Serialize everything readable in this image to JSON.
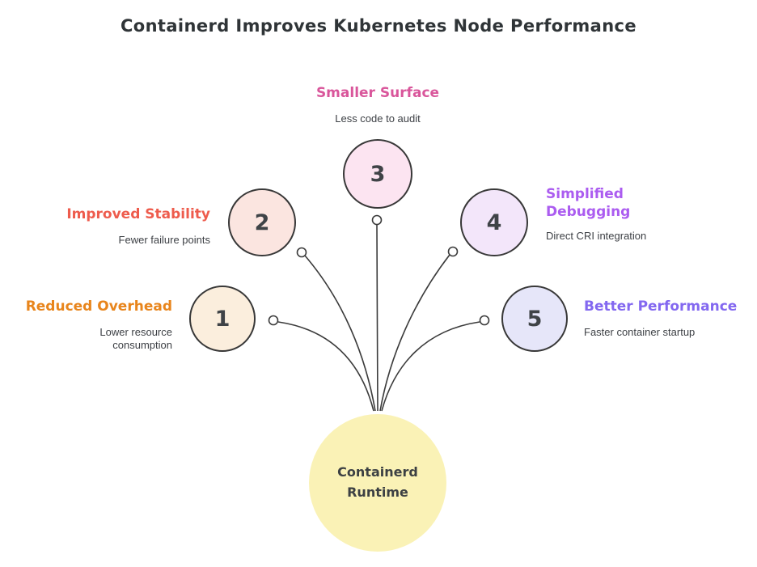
{
  "title": "Containerd Improves Kubernetes Node Performance",
  "line_color": "#3b3b3b",
  "center": {
    "label": "Containerd\nRuntime",
    "fill": "#faf2b6"
  },
  "nodes": [
    {
      "number": "1",
      "title": "Reduced Overhead",
      "subtitle": "Lower resource consumption",
      "title_color": "#e8851c",
      "fill": "#fbeedd"
    },
    {
      "number": "2",
      "title": "Improved Stability",
      "subtitle": "Fewer failure points",
      "title_color": "#ee5c4d",
      "fill": "#fbe5e0"
    },
    {
      "number": "3",
      "title": "Smaller Surface",
      "subtitle": "Less code to audit",
      "title_color": "#d9569b",
      "fill": "#fce4f1"
    },
    {
      "number": "4",
      "title": "Simplified Debugging",
      "subtitle": "Direct CRI integration",
      "title_color": "#ab5cf0",
      "fill": "#f3e6fa"
    },
    {
      "number": "5",
      "title": "Better Performance",
      "subtitle": "Faster container startup",
      "title_color": "#8368f0",
      "fill": "#e6e6f9"
    }
  ]
}
